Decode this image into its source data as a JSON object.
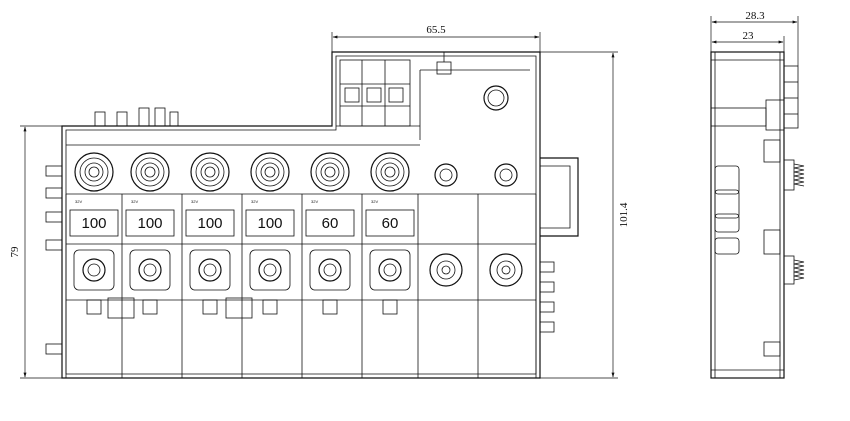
{
  "dimensions": {
    "top_width": "65.5",
    "height_right": "101.4",
    "height_left": "79",
    "side_width": "28.3",
    "side_inner": "23"
  },
  "fuses": [
    {
      "rating": "100",
      "tag": "32V"
    },
    {
      "rating": "100",
      "tag": "32V"
    },
    {
      "rating": "100",
      "tag": "32V"
    },
    {
      "rating": "100",
      "tag": "32V"
    },
    {
      "rating": "60",
      "tag": "32V"
    },
    {
      "rating": "60",
      "tag": "32V"
    }
  ]
}
